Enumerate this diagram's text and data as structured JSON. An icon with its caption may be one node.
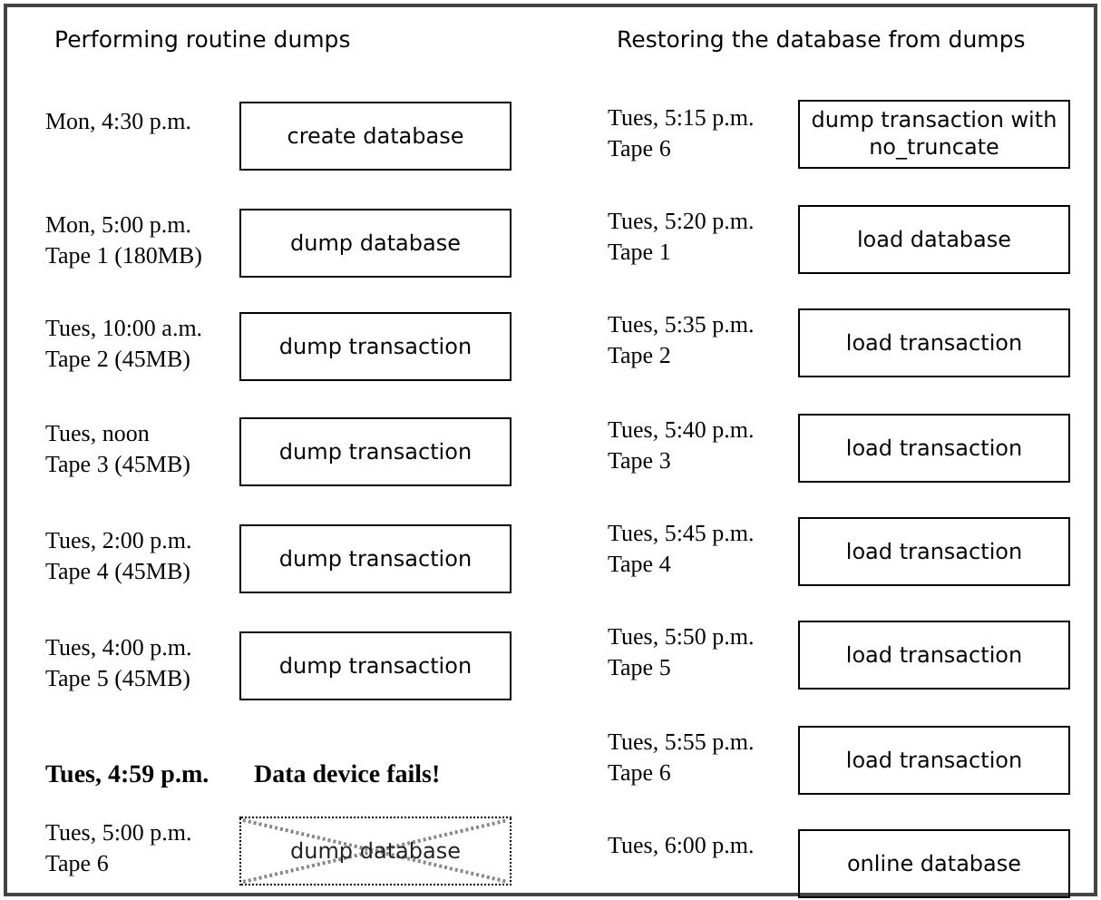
{
  "diagram": {
    "nodes": [
      {
        "text": [
          "create database"
        ],
        "beside": [
          "Mon, 4:30 p.m."
        ]
      },
      {
        "text": [
          "dump database"
        ],
        "beside": [
          "Mon, 5:00 p.m. Tape 1 (180MB)"
        ]
      },
      {
        "text": [
          "dump transaction"
        ],
        "beside": [
          "Tues, 10:00 a.m. Tape 2 (45MB)"
        ]
      },
      {
        "text": [
          "dump transaction"
        ],
        "beside": [
          "Tues, noon Tape 3 (45MB)"
        ]
      },
      {
        "text": [
          "dump transaction"
        ],
        "beside": [
          "Tues, 2:00 p.m. Tape 4 (45MB)"
        ]
      },
      {
        "text": [
          "dump transaction"
        ],
        "beside": [
          "Tues, 4:00 p.m. Tape 5 (45MB)"
        ]
      },
      {
        "text": [
          "dump database"
        ],
        "beside": [
          "Tues, 5:00 p.m. Tape 6"
        ]
      },
      {
        "text": [
          "dump transaction with no_truncate"
        ],
        "beside": [
          "Tues, 5:15 p.m. Tape 6"
        ]
      },
      {
        "text": [
          "load database"
        ],
        "beside": [
          "Tues, 5:20 p.m. Tape 1"
        ]
      },
      {
        "text": [
          "load transaction"
        ],
        "beside": [
          "Tues, 5:35 p.m. Tape 2"
        ]
      },
      {
        "text": [
          "load transaction"
        ],
        "beside": [
          "Tues, 5:40 p.m. Tape 3"
        ]
      },
      {
        "text": [
          "load transaction"
        ],
        "beside": [
          "Tues, 5:45 p.m. Tape 4"
        ]
      },
      {
        "text": [
          "load transaction"
        ],
        "beside": [
          "Tues, 5:50 p.m. Tape 5"
        ]
      },
      {
        "text": [
          "load transaction"
        ],
        "beside": [
          "Tues, 5:55 p.m. Tape 6"
        ]
      },
      {
        "text": [
          "online database"
        ],
        "beside": [
          "Tues, 6:00 p.m."
        ]
      }
    ],
    "labels": [
      "Performing routine dumps",
      "Restoring the database from dumps",
      "Tues, 4:59 p.m.",
      "Data device fails!"
    ]
  }
}
